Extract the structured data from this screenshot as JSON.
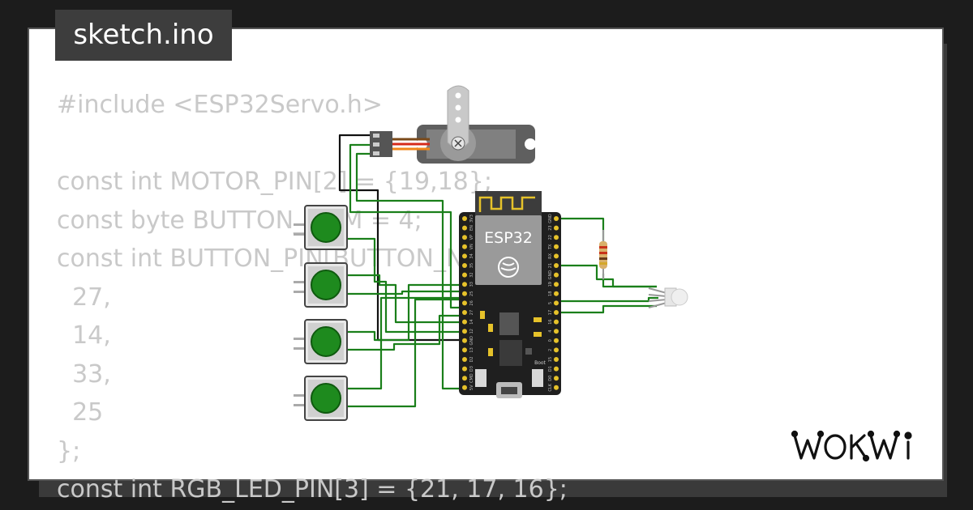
{
  "file_tab": {
    "label": "sketch.ino"
  },
  "code_lines": [
    "#include <ESP32Servo.h>",
    "",
    "const int MOTOR_PIN[2] = {19,18};",
    "const byte BUTTON_NUM = 4;",
    "const int BUTTON_PIN[BUTTON_NUM] = {",
    "  27,",
    "  14,",
    "  33,",
    "  25",
    "};",
    "const int RGB_LED_PIN[3] = {21, 17, 16};"
  ],
  "board": {
    "label": "ESP32",
    "left_pins": [
      "3V3",
      "EN",
      "VP",
      "VN",
      "34",
      "35",
      "32",
      "33",
      "25",
      "26",
      "27",
      "14",
      "12",
      "GND",
      "13",
      "D2",
      "D3",
      "CMD",
      "5V"
    ],
    "right_pins": [
      "GND",
      "23",
      "22",
      "TX",
      "RX",
      "21",
      "GND",
      "19",
      "18",
      "5",
      "17",
      "16",
      "4",
      "0",
      "2",
      "15",
      "D1",
      "D0",
      "CLK"
    ],
    "boot_label": "Boot"
  },
  "components": {
    "servo": "servo-motor",
    "buttons": 4,
    "resistor": "resistor",
    "led": "rgb-led"
  },
  "logo": {
    "text": "WOKWI"
  },
  "colors": {
    "wire": "#1a7f1a",
    "wire_black": "#111111",
    "button_cap": "#1e8a1e",
    "board": "#1f1f1f",
    "pin": "#e6c22a"
  }
}
